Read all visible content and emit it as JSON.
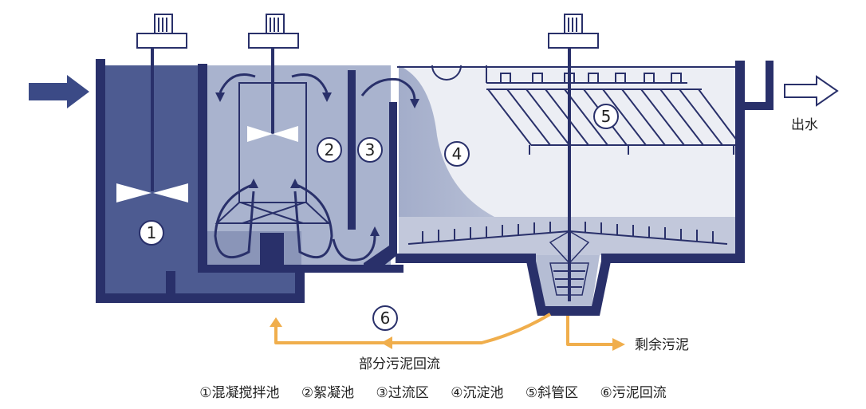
{
  "colors": {
    "mix_water": "#4d5b91",
    "floc_water": "#a9b3ce",
    "tank_wall": "#29306a",
    "clear_water": "#e9ecf3",
    "sludge_line": "#f0ae4c",
    "arrow_fill": "#2f3b7a"
  },
  "zone_markers": {
    "z1": "1",
    "z2": "2",
    "z3": "3",
    "z4": "4",
    "z5": "5",
    "z6": "6"
  },
  "labels": {
    "outlet": "出水",
    "excess_sludge": "剩余污泥",
    "partial_return": "部分污泥回流"
  },
  "legend": [
    "①混凝搅拌池",
    "②絮凝池",
    "③过流区",
    "④沉淀池",
    "⑤斜管区",
    "⑥污泥回流"
  ]
}
